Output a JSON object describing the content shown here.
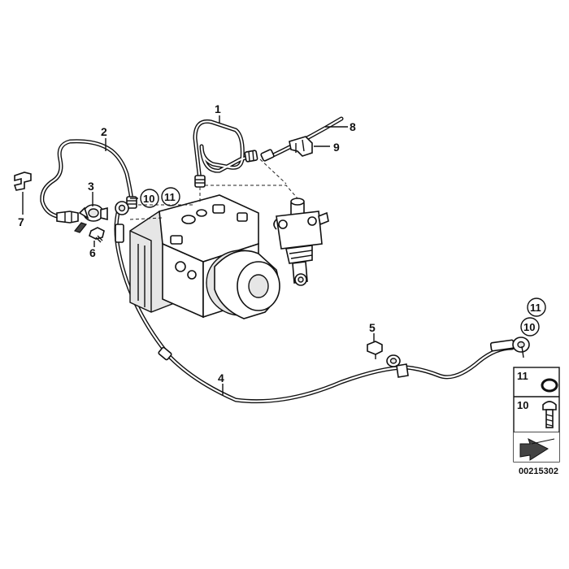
{
  "callouts": {
    "c1": "1",
    "c2": "2",
    "c3": "3",
    "c4": "4",
    "c5": "5",
    "c6": "6",
    "c7": "7",
    "c8": "8",
    "c9": "9",
    "c10_left": "10",
    "c11_left": "11",
    "c11_right": "11",
    "c10_right": "10"
  },
  "legend": {
    "item_11": "11",
    "item_10": "10"
  },
  "reference_number": "00215302"
}
